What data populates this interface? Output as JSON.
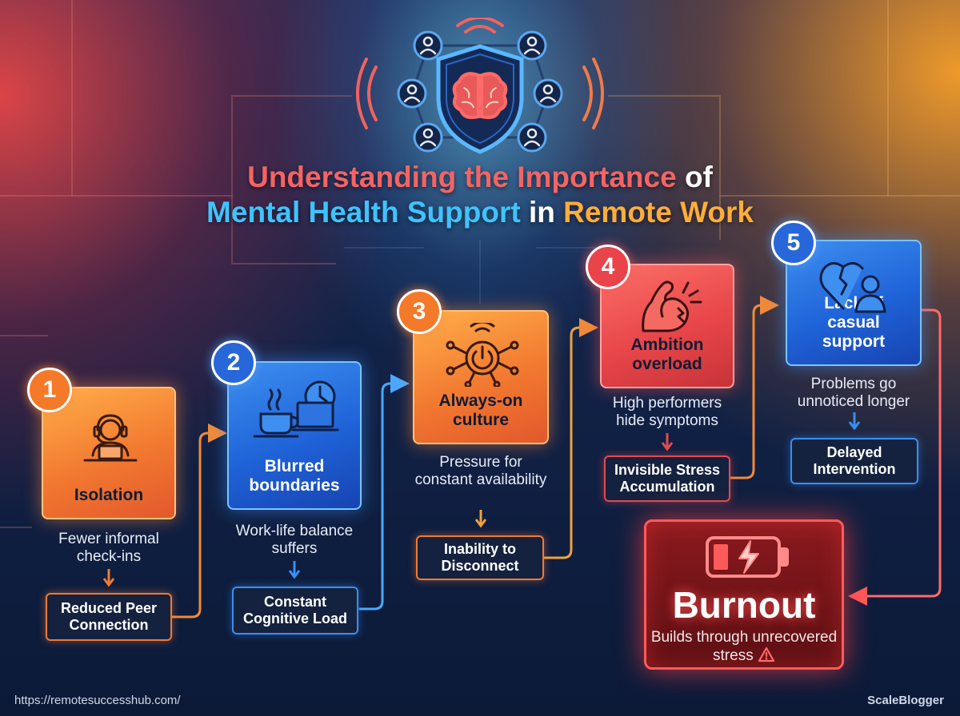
{
  "title": {
    "part1": "Understanding the Importance",
    "part2": " of",
    "part3": "Mental Health Support",
    "part4": " in ",
    "part5": "Remote Work"
  },
  "colors": {
    "orange": "#f27930",
    "blue": "#1f63d8",
    "red": "#e8464a",
    "title_red": "#f46464",
    "title_blue": "#3fc3ff",
    "title_orange": "#ffad3a",
    "background": "#0d1a33"
  },
  "hero_icon": "brain-shield-network-icon",
  "steps": [
    {
      "number": "1",
      "label": "Isolation",
      "icon": "headset-person-laptop-icon",
      "description": "Fewer informal check-ins",
      "result": "Reduced Peer Connection"
    },
    {
      "number": "2",
      "label": "Blurred boundaries",
      "icon": "coffee-laptop-clock-icon",
      "description": "Work-life balance suffers",
      "result": "Constant Cognitive Load"
    },
    {
      "number": "3",
      "label": "Always-on culture",
      "icon": "power-network-icon",
      "description": "Pressure for constant availability",
      "result": "Inability to Disconnect"
    },
    {
      "number": "4",
      "label": "Ambition overload",
      "icon": "strained-muscle-icon",
      "description": "High performers hide symptoms",
      "result": "Invisible Stress Accumulation"
    },
    {
      "number": "5",
      "label": "Lack of casual support",
      "icon": "broken-heart-person-icon",
      "description": "Problems go unnoticed longer",
      "result": "Delayed Intervention"
    }
  ],
  "burnout": {
    "title": "Burnout",
    "description": "Builds through unrecovered stress",
    "icon": "low-battery-lightning-icon",
    "warning_icon": "warning-triangle-icon"
  },
  "footer": {
    "url": "https://remotesuccesshub.com/",
    "brand": "ScaleBlogger"
  }
}
